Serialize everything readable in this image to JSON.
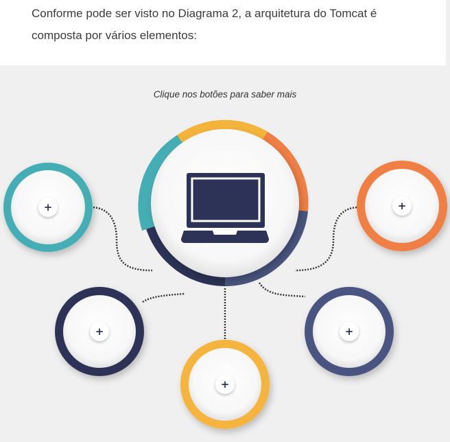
{
  "intro": {
    "line1": "Conforme pode ser visto no Diagrama 2, a arquitetura do Tomcat é",
    "line2": "composta por vários elementos:"
  },
  "hint": "Clique nos botões para saber mais",
  "center": {
    "icon": "laptop-icon",
    "ring_colors": [
      "#f4b43c",
      "#f07f45",
      "#4a5580",
      "#2d3356",
      "#45aeb5"
    ]
  },
  "buttons": [
    {
      "id": "teal",
      "label": "+",
      "ring_color": "#45aeb5",
      "icon": "plus-icon"
    },
    {
      "id": "orange",
      "label": "+",
      "ring_color": "#f07f45",
      "icon": "plus-icon"
    },
    {
      "id": "navy",
      "label": "+",
      "ring_color": "#2d3356",
      "icon": "plus-icon"
    },
    {
      "id": "slate",
      "label": "+",
      "ring_color": "#4a5580",
      "icon": "plus-icon"
    },
    {
      "id": "yellow",
      "label": "+",
      "ring_color": "#f4b43c",
      "icon": "plus-icon"
    }
  ]
}
